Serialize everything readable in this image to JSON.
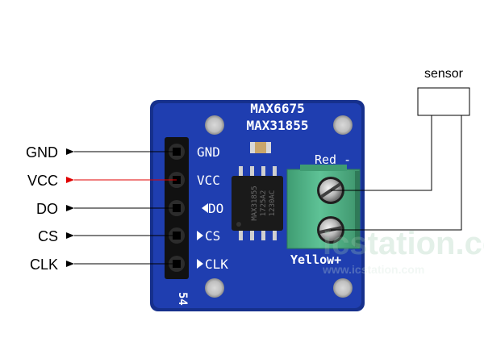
{
  "board": {
    "chip_model_1": "MAX6675",
    "chip_model_2": "MAX31855",
    "pin_labels": [
      "GND",
      "VCC",
      "DO",
      "CS",
      "CLK"
    ],
    "header_number": "54",
    "terminal_top_label": "Red -",
    "terminal_bottom_label": "Yellow+",
    "ic_text_1": "MAX31855",
    "ic_text_2": "1725A2",
    "ic_text_3": "1230AC",
    "colors": {
      "pcb": "#1f3eb0",
      "pcb_edge": "#16308c",
      "terminal_block": "#4fb386",
      "chip_body": "#1a1a1a",
      "pin_header": "#111111",
      "vcc_arrow": "#e00000"
    }
  },
  "external_pins": [
    {
      "label": "GND"
    },
    {
      "label": "VCC"
    },
    {
      "label": "DO"
    },
    {
      "label": "CS"
    },
    {
      "label": "CLK"
    }
  ],
  "sensor": {
    "label": "sensor"
  },
  "watermark": {
    "brand": "icstation.com",
    "url": "www.icstation.com"
  }
}
